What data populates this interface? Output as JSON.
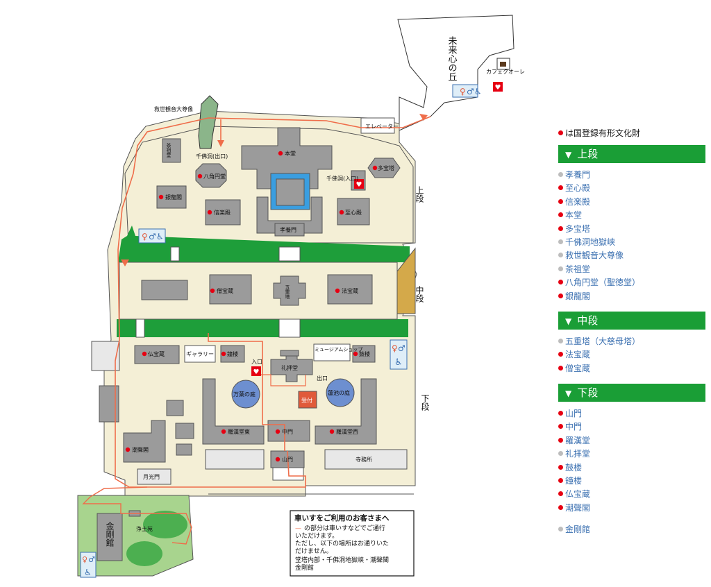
{
  "map": {
    "area_labels": {
      "mirai": "未来心の丘",
      "upper": "上段",
      "middle": "中段",
      "lower": "下段",
      "kongokan": "金剛館"
    },
    "facilities": {
      "cafe": "カフェクオーレ",
      "elevator": "エレベーター",
      "kannon": "救世観音大尊像",
      "senbutsu_exit": "千佛洞(出口)",
      "senbutsu_entrance": "千佛洞(入口)",
      "chasodo": "茶祖堂",
      "hakkakuendo": "八角円堂",
      "hondo": "本堂",
      "tahoto": "多宝塔",
      "ginryukaku": "銀龍閣",
      "shingakuden": "信楽殿",
      "shishinden": "至心殿",
      "koyomon": "孝養門",
      "sohozo": "僧宝蔵",
      "gojunoto": "五重塔",
      "hohozo": "法宝蔵",
      "buppozo": "仏宝蔵",
      "gallery": "ギャラリー",
      "shoro": "鐘楼",
      "entrance": "入口",
      "reihaido": "礼拝堂",
      "exit": "出口",
      "museum_shop": "ミュージアムショップ",
      "koro": "鼓楼",
      "manyo_garden": "万葉の庭",
      "hasuike_garden": "蓮池の庭",
      "uketsuke": "受付",
      "rakandou_higashi": "羅漢堂東",
      "chumon": "中門",
      "rakandou_nishi": "羅漢堂西",
      "chouonkaku": "潮聲閣",
      "sanmon": "山門",
      "jimusho": "寺務所",
      "gekkomon": "月光門",
      "jodoen": "浄土苑"
    },
    "notice": {
      "title": "車いすをご利用のお客さまへ",
      "line1_mark": "—",
      "line1": "の部分は車いすなどでご通行",
      "line2": "いただけます。",
      "line3": "ただし、以下の場所はお通りいた",
      "line4": "だけません。",
      "line5": "堂塔内部・千佛洞地獄峡・潮聲閣",
      "line6": "金剛館"
    },
    "icons": [
      "restroom-icon",
      "wheelchair-icon",
      "cafe-cup-icon",
      "heart-aed-icon"
    ],
    "colors": {
      "ground": "#f4efd6",
      "lawn": "#1e9e3a",
      "building": "#9b9b9b",
      "pond": "#3a9ee0",
      "route": "#ef6d4a",
      "slope": "#d4a94a",
      "garden": "#a8d48e"
    }
  },
  "sidebar": {
    "legend_note": "は国登録有形文化財",
    "sections": [
      {
        "title": "上段",
        "items": [
          {
            "label": "孝養門",
            "marked": false
          },
          {
            "label": "至心殿",
            "marked": true
          },
          {
            "label": "信楽殿",
            "marked": true
          },
          {
            "label": "本堂",
            "marked": true
          },
          {
            "label": "多宝塔",
            "marked": true
          },
          {
            "label": "千佛洞地獄峡",
            "marked": false
          },
          {
            "label": "救世観音大尊像",
            "marked": false
          },
          {
            "label": "茶祖堂",
            "marked": false
          },
          {
            "label": "八角円堂（聖徳堂）",
            "marked": true
          },
          {
            "label": "銀龍閣",
            "marked": true
          }
        ]
      },
      {
        "title": "中段",
        "items": [
          {
            "label": "五重塔（大慈母塔）",
            "marked": false
          },
          {
            "label": "法宝蔵",
            "marked": true
          },
          {
            "label": "僧宝蔵",
            "marked": true
          }
        ]
      },
      {
        "title": "下段",
        "items": [
          {
            "label": "山門",
            "marked": true
          },
          {
            "label": "中門",
            "marked": true
          },
          {
            "label": "羅漢堂",
            "marked": true
          },
          {
            "label": "礼拝堂",
            "marked": false
          },
          {
            "label": "鼓楼",
            "marked": true
          },
          {
            "label": "鐘楼",
            "marked": true
          },
          {
            "label": "仏宝蔵",
            "marked": true
          },
          {
            "label": "潮聲閣",
            "marked": true
          }
        ]
      }
    ],
    "extra_items": [
      {
        "label": "金剛館",
        "marked": false
      }
    ],
    "chevron_icon": "chevron-down-icon"
  }
}
